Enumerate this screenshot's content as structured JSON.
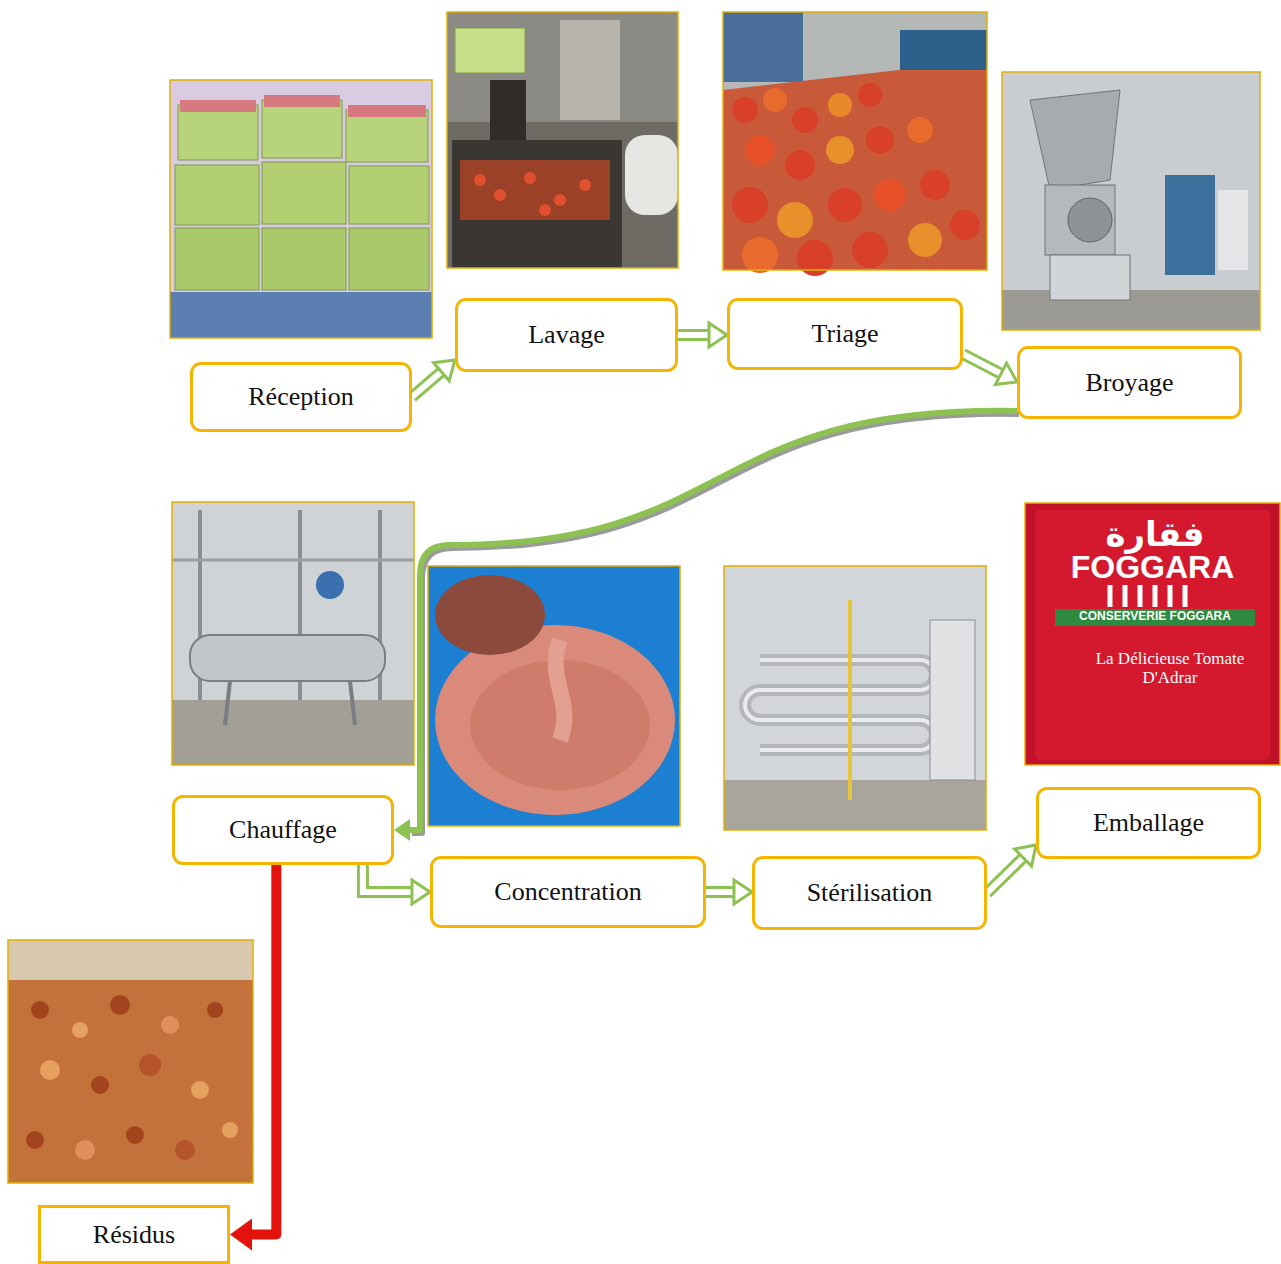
{
  "diagram": {
    "nodes": [
      {
        "text": [
          "Réception"
        ]
      },
      {
        "text": [
          "Lavage"
        ]
      },
      {
        "text": [
          "Triage"
        ]
      },
      {
        "text": [
          "Broyage"
        ]
      },
      {
        "text": [
          "Chauffage"
        ]
      },
      {
        "text": [
          "Concentration"
        ]
      },
      {
        "text": [
          "Stérilisation"
        ]
      },
      {
        "text": [
          "Emballage"
        ]
      },
      {
        "text": [
          "Résidus"
        ]
      }
    ],
    "edges": [
      {
        "from": 0,
        "to": 1,
        "arrow": "to"
      },
      {
        "from": 1,
        "to": 2,
        "arrow": "to"
      },
      {
        "from": 2,
        "to": 3,
        "arrow": "to"
      },
      {
        "from": 3,
        "to": 4,
        "arrow": "to"
      },
      {
        "from": 4,
        "to": 8,
        "arrow": "to"
      },
      {
        "from": 4,
        "to": 5,
        "arrow": "to"
      },
      {
        "from": 5,
        "to": 6,
        "arrow": "to"
      },
      {
        "from": 6,
        "to": 7,
        "arrow": "to"
      }
    ],
    "labels": [
      "فقارة",
      "FOGGARA",
      "CONSERVERIE FOGGARA",
      "La Délicieuse Tomate D'Adrar"
    ]
  }
}
